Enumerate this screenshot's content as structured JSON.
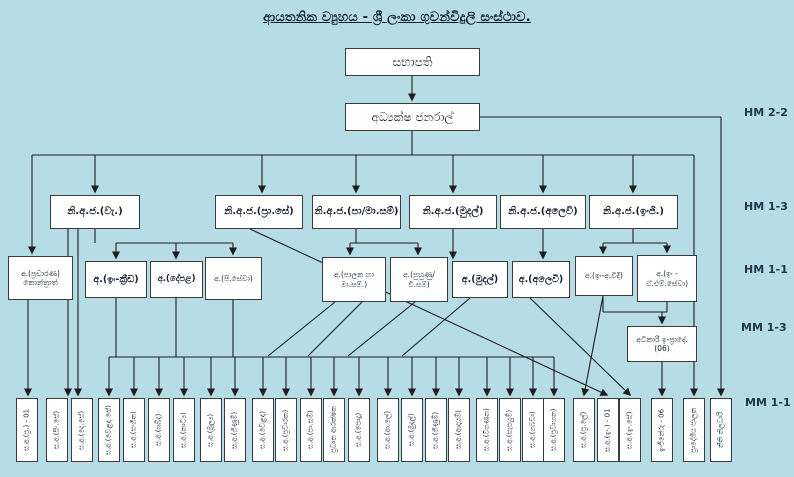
{
  "title": "ආයතනික ව්‍යුහය - ශ්‍රී ලංකා ගුවන්විදුලි සංස්ථාව.",
  "colors": {
    "background": "#b6dce6",
    "box_fill": "#ffffff",
    "box_border": "#3c3c3c",
    "connector_line": "#1e1e1e",
    "text": "#19212e"
  },
  "nodes": {
    "chairman": "සභාපති",
    "director_general": "අධ්‍යක්ෂ ජනරාල්",
    "ddg": [
      "නි.අ.ජ.(වැ.)",
      "නි.අ.ජ.(ප්‍රා.සේ)",
      "නි.අ.ජ.(පා/මා.සම්)",
      "නි.අ.ජ.(මුදල්)",
      "නි.අ.ජ.(අලෙවි)",
      "නි.අ.ජ.(ඉංජි.)"
    ],
    "directors": [
      "අ.(ප්‍රචාරණ) කොන්ත්‍රාත්",
      "අ.(ඉං-ක්‍රීඩ)",
      "අ.(දේපළ)",
      "අ.(පි.සේවා)",
      "අ.(පාලන හා මා.සම්.)",
      "අ.(පුහුණු/ වි.සම්)",
      "අ.(මුදල්)",
      "අ.(අලෙවි)",
      "අ.(ඉං-අ.විදි)",
      "අ.(ඉං - ඒ.එම්.සේවා)"
    ],
    "superintendent": "අධිකාරී ඉ-ප්‍රාදේ. (06)",
    "bottom": [
      "ස.අ.(ප්‍ර.) - 01",
      "ස.අ.(සිං.සේ)",
      "ස.අ.(දෙ.සේ)",
      "ස.අ.(වෙළඳ සේ)",
      "ස.අ.(සංගීත)",
      "ස.අ.(ශබ්ද)",
      "ස.අ.(නාට්‍ය)",
      "ස.අ.(මූල්‍ය)",
      "ස.අ.(ගිණුම්)",
      "ස.අ.(වෙළඳ)",
      "ස.අ.(ප්‍රචාරක)",
      "ස.අ.(පා.සම්)",
      "ප්‍රධාන ආරක්ෂක",
      "ස.අ.(පොදු)",
      "ස.අ.(ආ.ලේ)",
      "ස.අ.(මුදල්)",
      "ස.අ.(ගිණුම්)",
      "ස.අ.(ආදායම්)",
      "ස.අ.(විගණන)",
      "ස.අ.(සැපයුම්)",
      "ස.අ.(ගබඩා)",
      "ස.අ.(ප්‍රවාහන)",
      "ස.අ.(ප්‍ර.ලේ)",
      "ස.අ.(ඉං.) - 01",
      "ස.අ.(ඉං.සේ)",
      "ඉංජිනේරු - 06",
      "ප්‍රාදේශීය පාලක",
      "නීති නිලධාරී"
    ]
  },
  "grade_labels": [
    "HM 2-2",
    "HM 1-3",
    "HM 1-1",
    "MM 1-3",
    "MM 1-1"
  ]
}
